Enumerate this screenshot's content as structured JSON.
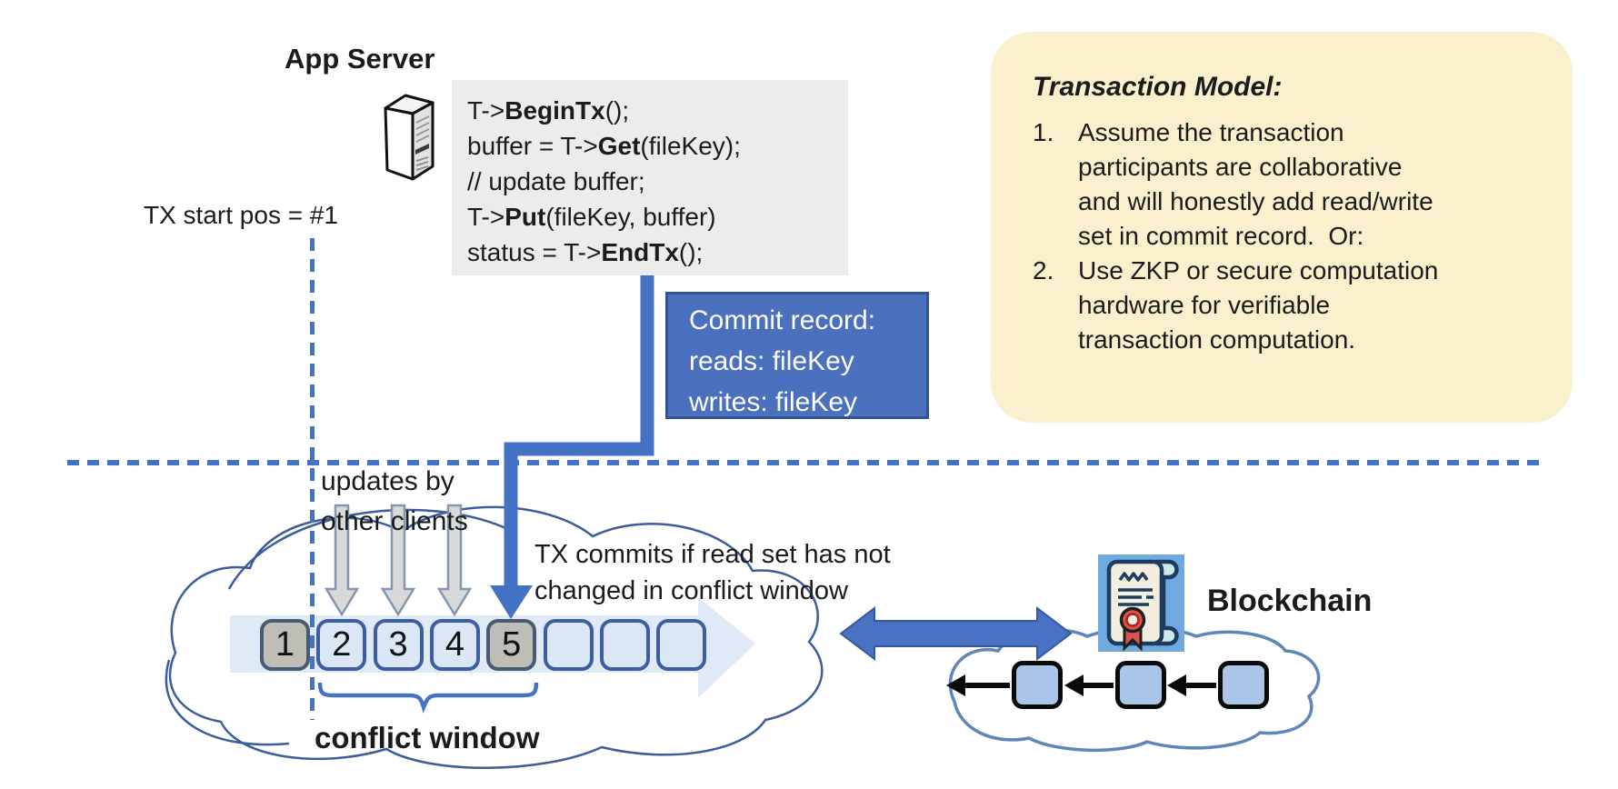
{
  "app_server": {
    "title": "App Server",
    "icon": "server-tower-icon"
  },
  "code_block": {
    "bg": "#ECECEC",
    "lines": [
      [
        {
          "t": "T->"
        },
        {
          "t": "BeginTx",
          "b": true
        },
        {
          "t": "();"
        }
      ],
      [
        {
          "t": "buffer = T->"
        },
        {
          "t": "Get",
          "b": true
        },
        {
          "t": "(fileKey);"
        }
      ],
      [
        {
          "t": "// update buffer;"
        }
      ],
      [
        {
          "t": "T->"
        },
        {
          "t": "Put",
          "b": true
        },
        {
          "t": "(fileKey, buffer)"
        }
      ],
      [
        {
          "t": "status = T->"
        },
        {
          "t": "EndTx",
          "b": true
        },
        {
          "t": "();"
        }
      ]
    ]
  },
  "tx_start": {
    "label": "TX start pos = #1"
  },
  "commit_record": {
    "bg": "#4B70BE",
    "border": "#2F5496",
    "lines": [
      "Commit record:",
      "reads: fileKey",
      "writes: fileKey"
    ]
  },
  "transaction_model": {
    "bg": "#FAF0CD",
    "title": "Transaction Model:",
    "items": [
      {
        "num": "1.",
        "lines": [
          "Assume the transaction",
          "participants are collaborative",
          "and will honestly add read/write",
          "set in commit record.  Or:"
        ]
      },
      {
        "num": "2.",
        "lines": [
          "Use ZKP or secure computation",
          "hardware for verifiable",
          "transaction computation."
        ]
      }
    ]
  },
  "timeline": {
    "updates_label_lines": [
      "updates by",
      "other clients"
    ],
    "commit_note_lines": [
      "TX commits if read set has not",
      "changed in conflict window"
    ],
    "conflict_window_label": "conflict window",
    "slots": [
      {
        "label": "1",
        "highlighted": true
      },
      {
        "label": "2",
        "highlighted": false
      },
      {
        "label": "3",
        "highlighted": false
      },
      {
        "label": "4",
        "highlighted": false
      },
      {
        "label": "5",
        "highlighted": true
      },
      {
        "label": "",
        "highlighted": false
      },
      {
        "label": "",
        "highlighted": false
      },
      {
        "label": "",
        "highlighted": false
      }
    ],
    "slot_colors": {
      "normal_fill": "#DCE7F5",
      "normal_border": "#3D5FA1",
      "highlight_fill": "#BEBEB6",
      "highlight_border": "#4A5A74"
    }
  },
  "blockchain": {
    "label": "Blockchain",
    "block_count": 3,
    "block_fill": "#A9C5E8",
    "icon": "certificate-scroll-icon"
  },
  "colors": {
    "accent_blue": "#4472C4",
    "commit_fill": "#4B70BE",
    "commit_border": "#2F5496",
    "note_bg_yellow": "#FAF0CD",
    "code_bg_gray": "#ECECEC",
    "band_fill": "#E0EAF6",
    "left_cloud_stroke": "#3B5E9B",
    "right_cloud_stroke": "#5E86B8",
    "gray_arrow_fill": "#D9D9D9",
    "gray_arrow_stroke": "#8496B0"
  }
}
